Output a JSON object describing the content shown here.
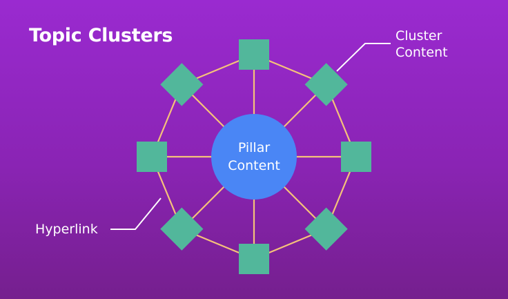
{
  "title": "Topic Clusters",
  "pillar": {
    "line1": "Pillar",
    "line2": "Content"
  },
  "callouts": {
    "cluster": {
      "line1": "Cluster",
      "line2": "Content"
    },
    "hyperlink": "Hyperlink"
  },
  "colors": {
    "background_top": "#9a2ad0",
    "background_bottom": "#751f8e",
    "pillar": "#4a86f5",
    "cluster_node": "#52b79b",
    "link": "#f5c27a",
    "text": "#ffffff"
  },
  "cluster_nodes": [
    {
      "id": "top",
      "shape": "square"
    },
    {
      "id": "top-right",
      "shape": "diamond"
    },
    {
      "id": "right",
      "shape": "square"
    },
    {
      "id": "bottom-right",
      "shape": "diamond"
    },
    {
      "id": "bottom",
      "shape": "square"
    },
    {
      "id": "bottom-left",
      "shape": "diamond"
    },
    {
      "id": "left",
      "shape": "square"
    },
    {
      "id": "top-left",
      "shape": "diamond"
    }
  ]
}
